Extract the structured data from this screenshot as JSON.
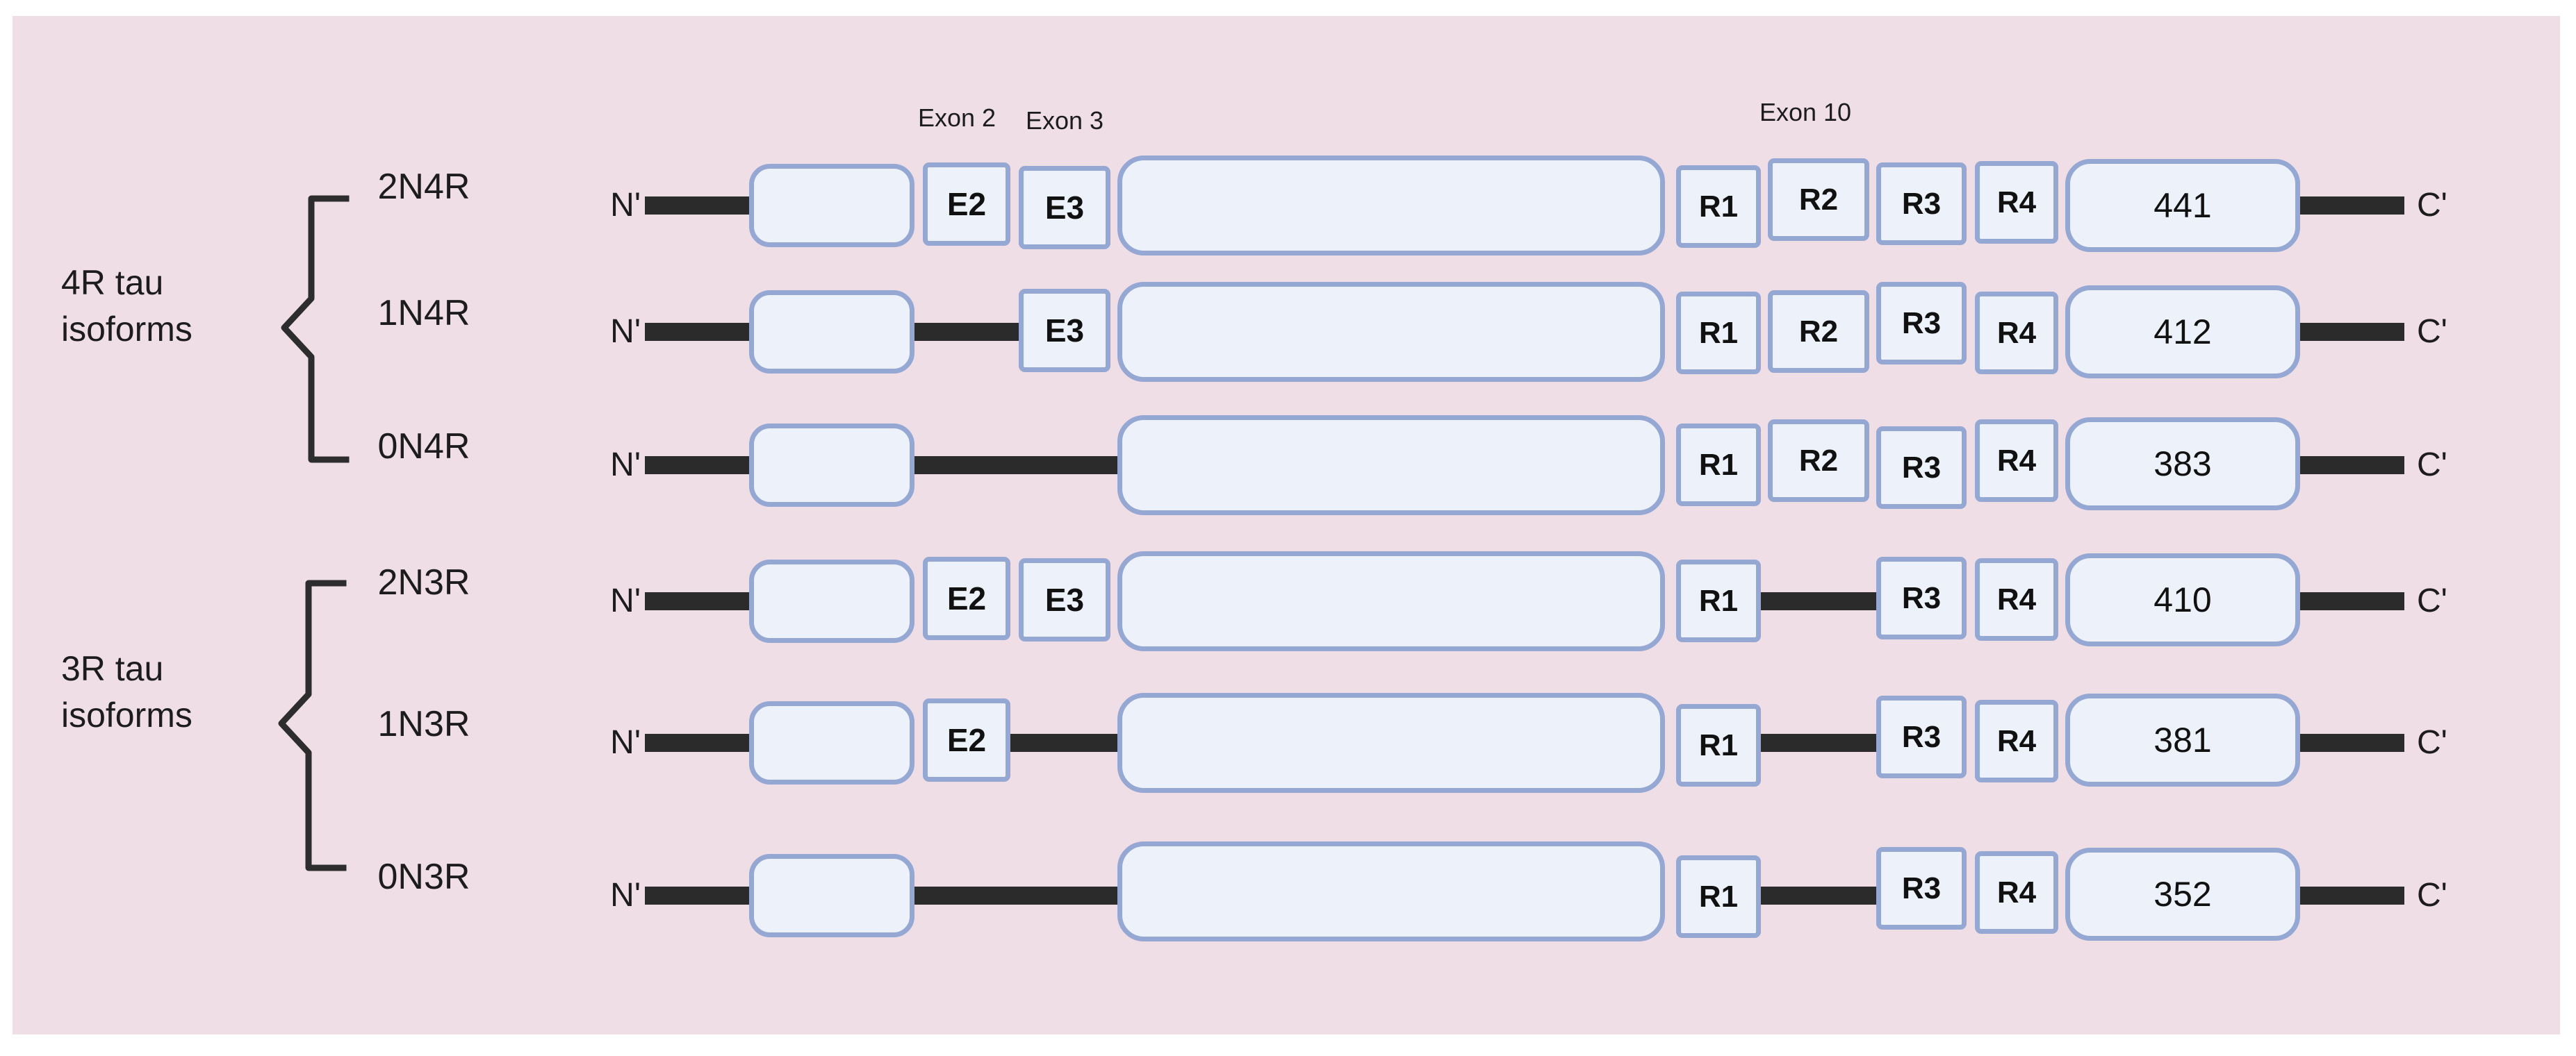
{
  "colors": {
    "background": "#ffffff",
    "panel_pink": "#f0dee6",
    "box_fill": "#edf2fa",
    "box_border": "#95a7d3",
    "connector_black": "#2b2b2b",
    "text": "#1c1c1c"
  },
  "exon_annotations": [
    {
      "label": "Exon 2"
    },
    {
      "label": "Exon 3"
    },
    {
      "label": "Exon 10"
    }
  ],
  "groups": [
    {
      "line1": "4R tau",
      "line2": "isoforms"
    },
    {
      "line1": "3R tau",
      "line2": "isoforms"
    }
  ],
  "rows": [
    {
      "label": "2N4R",
      "n": "N'",
      "c": "C'",
      "e2": "E2",
      "e3": "E3",
      "r1": "R1",
      "r2": "R2",
      "r3": "R3",
      "r4": "R4",
      "length": "441"
    },
    {
      "label": "1N4R",
      "n": "N'",
      "c": "C'",
      "e3": "E3",
      "r1": "R1",
      "r2": "R2",
      "r3": "R3",
      "r4": "R4",
      "length": "412"
    },
    {
      "label": "0N4R",
      "n": "N'",
      "c": "C'",
      "r1": "R1",
      "r2": "R2",
      "r3": "R3",
      "r4": "R4",
      "length": "383"
    },
    {
      "label": "2N3R",
      "n": "N'",
      "c": "C'",
      "e2": "E2",
      "e3": "E3",
      "r1": "R1",
      "r3": "R3",
      "r4": "R4",
      "length": "410"
    },
    {
      "label": "1N3R",
      "n": "N'",
      "c": "C'",
      "e2": "E2",
      "r1": "R1",
      "r3": "R3",
      "r4": "R4",
      "length": "381"
    },
    {
      "label": "0N3R",
      "n": "N'",
      "c": "C'",
      "r1": "R1",
      "r3": "R3",
      "r4": "R4",
      "length": "352"
    }
  ]
}
